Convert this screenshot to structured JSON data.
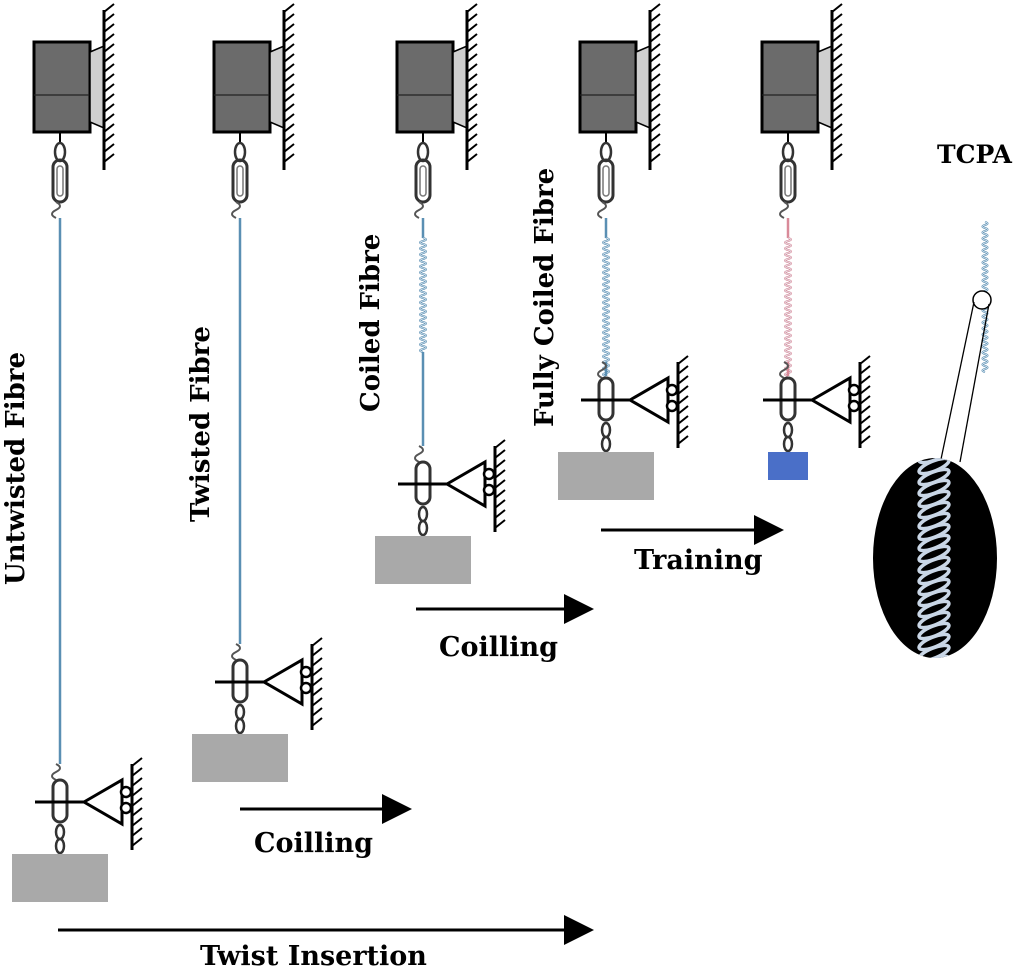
{
  "stages": [
    {
      "label": "Untwisted Fibre",
      "coil": "none",
      "fibre_color": "#5a8fb3",
      "weight_color": "#a9a9a9"
    },
    {
      "label": "Twisted Fibre",
      "coil": "none",
      "fibre_color": "#5a8fb3",
      "weight_color": "#a9a9a9"
    },
    {
      "label": "Coiled Fibre",
      "coil": "partial",
      "fibre_color": "#5a8fb3",
      "weight_color": "#a9a9a9"
    },
    {
      "label": "Fully Coiled Fibre",
      "coil": "full",
      "fibre_color": "#5a8fb3",
      "weight_color": "#a9a9a9"
    },
    {
      "label": "",
      "coil": "full",
      "fibre_color": "#d98a99",
      "weight_color": "#4a6fc8"
    }
  ],
  "arrows": [
    {
      "label": "Twist Insertion"
    },
    {
      "label": "Coilling"
    },
    {
      "label": "Coilling"
    },
    {
      "label": "Training"
    }
  ],
  "product": {
    "label": "TCPA",
    "coil_color": "#5a8fb3",
    "zoom_bg": "#000000"
  },
  "colors": {
    "motor": "#6b6b6b",
    "motor_light": "#cfcfcf",
    "ink": "#111111"
  }
}
